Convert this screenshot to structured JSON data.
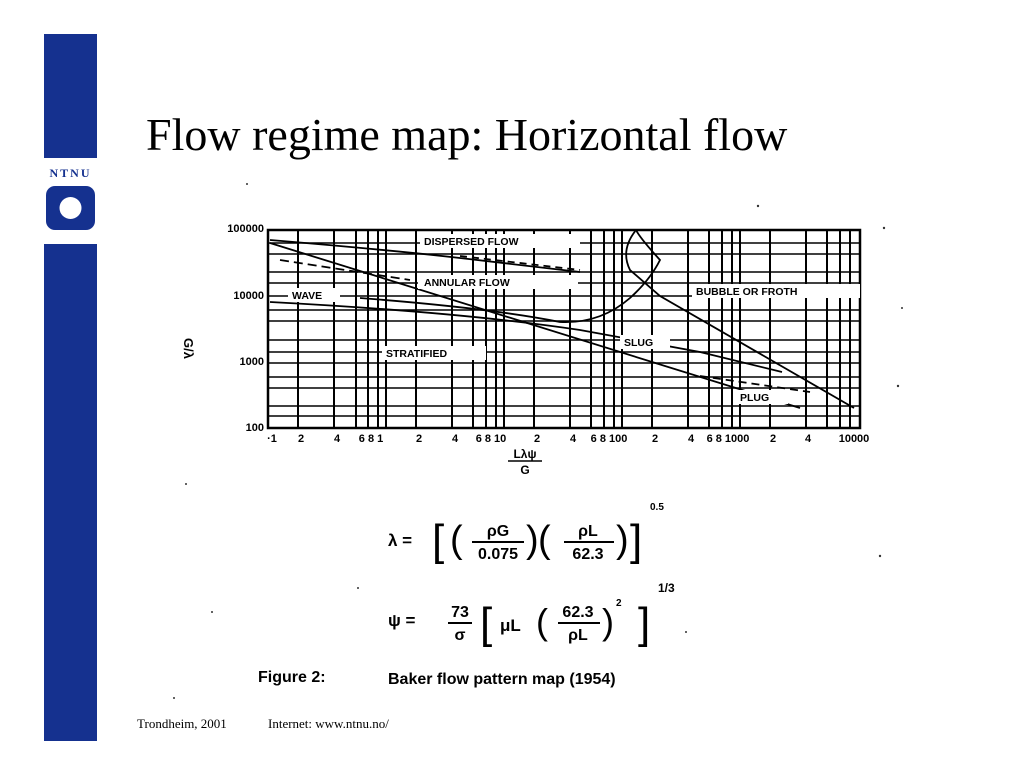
{
  "slide": {
    "title": "Flow regime map:  Horizontal flow",
    "logo_text": "NTNU",
    "logo_icon": "ntnu-logo-icon",
    "colors": {
      "brand": "#15318f"
    }
  },
  "figure": {
    "y_ticks": [
      "100000",
      "10000",
      "1000",
      "100"
    ],
    "y_label": "G/λ",
    "x_ticks": [
      "·1",
      "2",
      "4",
      "6 8 1",
      "2",
      "4",
      "6 8 10",
      "2",
      "4",
      "6 8 100",
      "2",
      "4",
      "6 8 1000",
      "2",
      "4",
      "10000"
    ],
    "x_label_num": "Lλψ",
    "x_label_den": "G",
    "regions": {
      "dispersed": "DISPERSED  FLOW",
      "annular": "ANNULAR  FLOW",
      "wave": "WAVE",
      "bubble": "BUBBLE OR FROTH",
      "slug": "SLUG",
      "stratified": "STRATIFIED",
      "plug": "PLUG"
    },
    "eq1": {
      "lhs": "λ =",
      "num1": "ρG",
      "den1": "0.075",
      "num2": "ρL",
      "den2": "62.3",
      "exp": "0.5"
    },
    "eq2": {
      "lhs": "ψ =",
      "num1": "73",
      "den1": "σ",
      "mu": "μL",
      "num2": "62.3",
      "den2": "ρL",
      "inner_exp": "2",
      "exp": "1/3"
    },
    "caption_label": "Figure 2:",
    "caption_text": "Baker flow pattern map (1954)"
  },
  "footer": {
    "location": "Trondheim, 2001",
    "internet": "Internet: www.ntnu.no/"
  }
}
